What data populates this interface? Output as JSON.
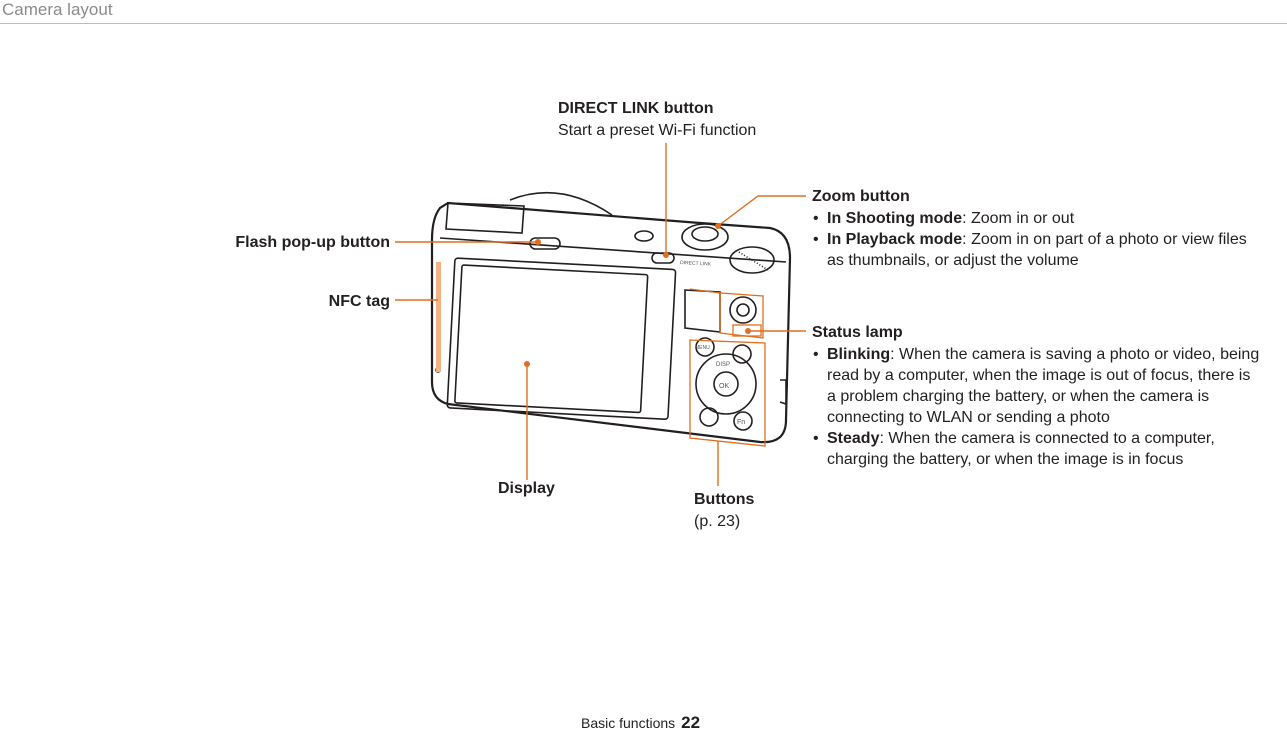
{
  "header": {
    "title": "Camera layout"
  },
  "callouts": {
    "direct_link": {
      "title": "DIRECT LINK button",
      "desc": "Start a preset Wi-Fi function"
    },
    "zoom": {
      "title": "Zoom button",
      "items": [
        {
          "term": "In Shooting mode",
          "text": ": Zoom in or out"
        },
        {
          "term": "In Playback mode",
          "text": ": Zoom in on part of a photo or view files as thumbnails, or adjust the volume"
        }
      ]
    },
    "flash": {
      "title": "Flash pop-up button"
    },
    "nfc": {
      "title": "NFC tag"
    },
    "status_lamp": {
      "title": "Status lamp",
      "items": [
        {
          "term": "Blinking",
          "text": ": When the camera is saving a photo or video, being read by a computer, when the image is out of focus, there is a problem charging the battery, or when the camera is connecting to WLAN or sending a photo"
        },
        {
          "term": "Steady",
          "text": ": When the camera is connected to a computer, charging the battery, or when the image is in focus"
        }
      ]
    },
    "display": {
      "title": "Display"
    },
    "buttons": {
      "title": "Buttons",
      "ref": "(p. 23)"
    }
  },
  "camera_markings": {
    "direct_link": "DIRECT LINK",
    "menu": "MENU",
    "ok": "OK",
    "disp": "DISP",
    "fn": "Fn"
  },
  "footer": {
    "section": "Basic functions",
    "page": "22"
  },
  "colors": {
    "accent": "#e06f1f",
    "text": "#231f20",
    "header": "#8a8a8a"
  }
}
